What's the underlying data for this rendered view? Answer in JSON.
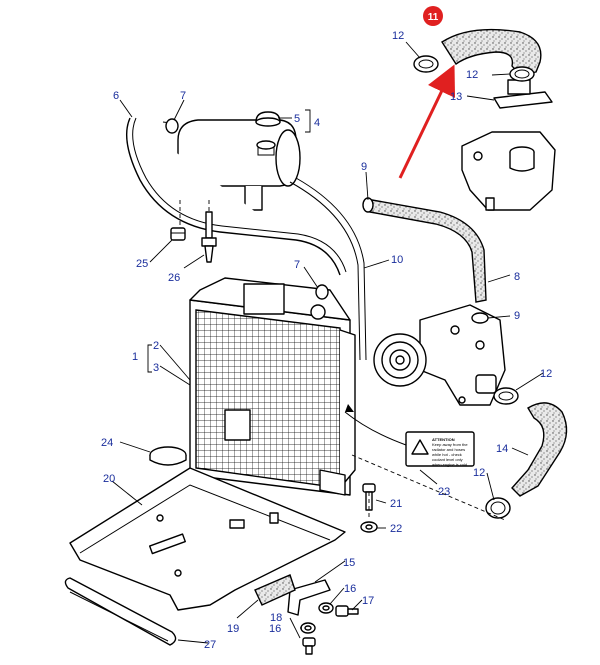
{
  "highlight": {
    "label": "11",
    "color": "#e02020"
  },
  "label_color": "#1a2e9c",
  "warning_label": {
    "title": "ATTENTION",
    "lines": [
      "Keep away from the",
      "radiator and hoses",
      "while hot - check",
      "coolant level only",
      "when engine is cold"
    ]
  },
  "callouts": [
    {
      "id": "c1",
      "text": "1"
    },
    {
      "id": "c2",
      "text": "2"
    },
    {
      "id": "c3",
      "text": "3"
    },
    {
      "id": "c4",
      "text": "4"
    },
    {
      "id": "c5",
      "text": "5"
    },
    {
      "id": "c6",
      "text": "6"
    },
    {
      "id": "c7a",
      "text": "7"
    },
    {
      "id": "c7b",
      "text": "7"
    },
    {
      "id": "c8",
      "text": "8"
    },
    {
      "id": "c9a",
      "text": "9"
    },
    {
      "id": "c9b",
      "text": "9"
    },
    {
      "id": "c10",
      "text": "10"
    },
    {
      "id": "c12a",
      "text": "12"
    },
    {
      "id": "c12b",
      "text": "12"
    },
    {
      "id": "c12c",
      "text": "12"
    },
    {
      "id": "c12d",
      "text": "12"
    },
    {
      "id": "c13",
      "text": "13"
    },
    {
      "id": "c14",
      "text": "14"
    },
    {
      "id": "c15",
      "text": "15"
    },
    {
      "id": "c16a",
      "text": "16"
    },
    {
      "id": "c16b",
      "text": "16"
    },
    {
      "id": "c17",
      "text": "17"
    },
    {
      "id": "c18",
      "text": "18"
    },
    {
      "id": "c19",
      "text": "19"
    },
    {
      "id": "c20",
      "text": "20"
    },
    {
      "id": "c21",
      "text": "21"
    },
    {
      "id": "c22",
      "text": "22"
    },
    {
      "id": "c23",
      "text": "23"
    },
    {
      "id": "c24",
      "text": "24"
    },
    {
      "id": "c25",
      "text": "25"
    },
    {
      "id": "c26",
      "text": "26"
    },
    {
      "id": "c27",
      "text": "27"
    }
  ]
}
